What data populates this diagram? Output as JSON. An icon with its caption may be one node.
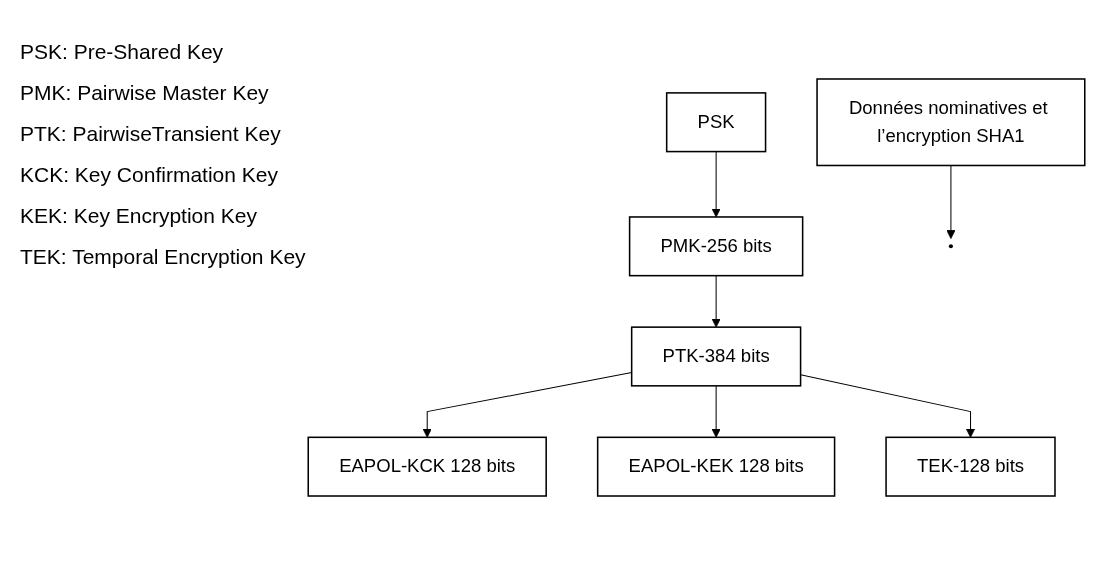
{
  "diagram": {
    "nodes": [
      {
        "text": [
          "PSK"
        ]
      },
      {
        "text": [
          "PMK-256 bits"
        ]
      },
      {
        "text": [
          "Données nominatives et l’encryption SHA1"
        ]
      },
      {
        "text": [
          "PTK-384 bits"
        ]
      },
      {
        "text": [
          "EAPOL-KCK 128 bits"
        ]
      },
      {
        "text": [
          "EAPOL-KEK 128 bits"
        ]
      },
      {
        "text": [
          "TEK-128 bits"
        ]
      }
    ],
    "edges": [
      {
        "from": 0,
        "to": 1,
        "arrow": "to"
      },
      {
        "from": 1,
        "to": 3,
        "arrow": "to"
      },
      {
        "from": 2,
        "to": null,
        "arrow": "to"
      },
      {
        "from": 3,
        "to": 4,
        "arrow": "to"
      },
      {
        "from": 3,
        "to": 5,
        "arrow": "to"
      },
      {
        "from": 3,
        "to": 6,
        "arrow": "to"
      }
    ],
    "labels": [
      "PSK: Pre-Shared Key",
      "PMK: Pairwise Master Key",
      "PTK: PairwiseTransient Key",
      "KCK: Key Confirmation Key",
      "KEK: Key Encryption Key",
      "TEK: Temporal Encryption Key"
    ]
  }
}
